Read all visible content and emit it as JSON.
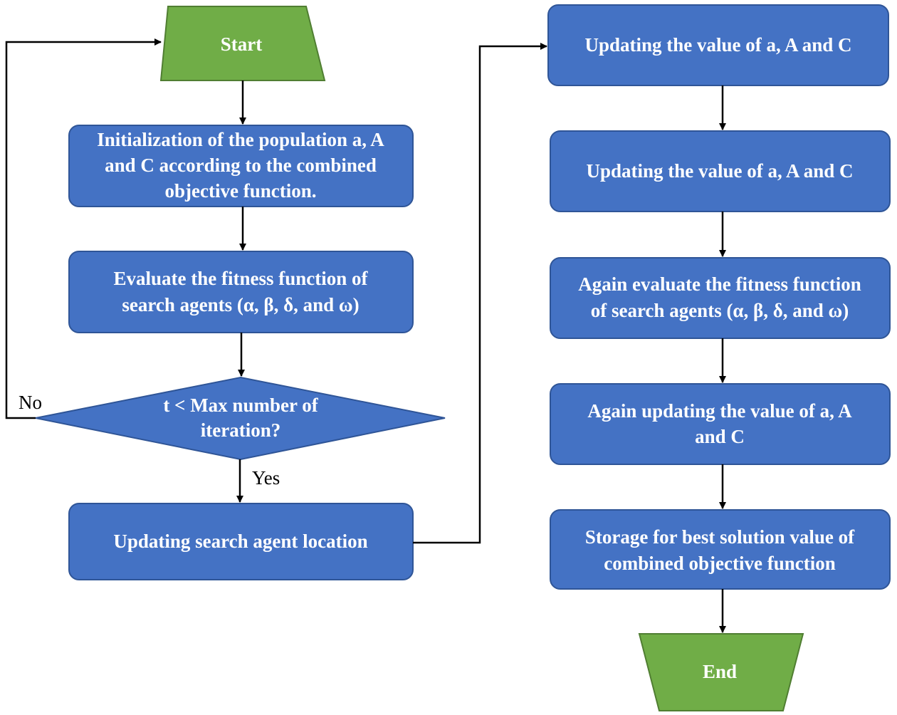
{
  "colors": {
    "process_fill": "#4472c4",
    "terminal_fill": "#70ad47",
    "text": "#ffffff",
    "edge": "#000000"
  },
  "nodes": {
    "start": "Start",
    "init_line1": "Initialization of the population a, A",
    "init_line2": "and C according to the combined",
    "init_line3": "objective function.",
    "eval_line1": "Evaluate the fitness function of",
    "eval_line2": "search agents (α, β, δ, and ω)",
    "decision_line1": "t < Max number of",
    "decision_line2": "iteration?",
    "update_location": "Updating search agent location",
    "update1": "Updating the value of a, A and C",
    "update2": "Updating the value of a, A and C",
    "again_eval_line1": "Again evaluate the fitness function",
    "again_eval_line2": "of search agents (α, β, δ, and ω)",
    "again_update_line1": "Again updating the value of a, A",
    "again_update_line2": "and C",
    "storage_line1": "Storage for best solution value of",
    "storage_line2": "combined objective function",
    "end": "End"
  },
  "edge_labels": {
    "no": "No",
    "yes": "Yes"
  }
}
